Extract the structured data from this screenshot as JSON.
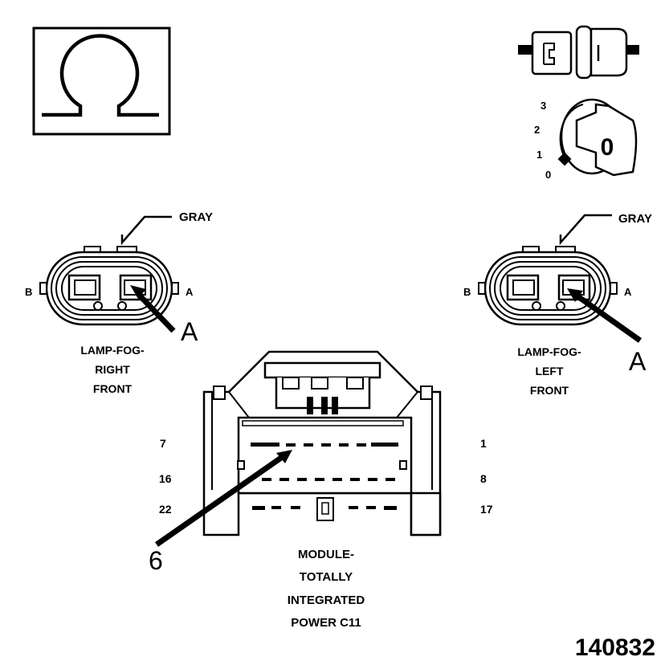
{
  "symbols": {
    "ohm_icon": "ohm-icon",
    "connector_icon": "disconnected-connector-icon",
    "ignition_icon": "ignition-key-icon"
  },
  "ignition": {
    "positions": [
      "3",
      "2",
      "1",
      "0"
    ],
    "key_label": "0"
  },
  "right_connector": {
    "wire_color": "GRAY",
    "pin_b": "B",
    "pin_a": "A",
    "callout": "A",
    "name_lines": [
      "LAMP-FOG-",
      "RIGHT",
      "FRONT"
    ]
  },
  "left_connector": {
    "wire_color": "GRAY",
    "pin_b": "B",
    "pin_a": "A",
    "callout": "A",
    "name_lines": [
      "LAMP-FOG-",
      "LEFT",
      "FRONT"
    ]
  },
  "module_connector": {
    "row_labels_left": [
      "7",
      "16",
      "22"
    ],
    "row_labels_right": [
      "1",
      "8",
      "17"
    ],
    "callout": "6",
    "name_lines": [
      "MODULE-",
      "TOTALLY",
      "INTEGRATED",
      "POWER C11"
    ]
  },
  "figure_number": "140832"
}
